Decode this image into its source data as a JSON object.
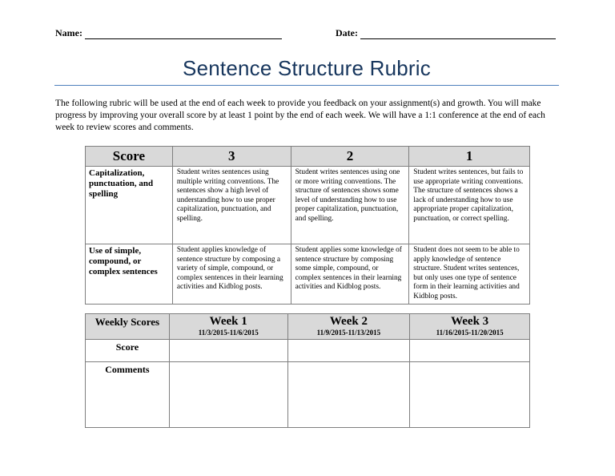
{
  "header": {
    "name_label": "Name:",
    "date_label": "Date:"
  },
  "title": "Sentence Structure Rubric",
  "intro": "The following rubric will be used at the end of each week to provide you feedback on your assignment(s) and growth. You will make progress by improving your overall score by at least 1 point by the end of each week. We will have a 1:1 conference at the end of each week to review scores and comments.",
  "rubric": {
    "headers": [
      "Score",
      "3",
      "2",
      "1"
    ],
    "rows": [
      {
        "criterion": "Capitalization, punctuation, and spelling",
        "cells": [
          "Student writes sentences using multiple writing conventions. The sentences show a high level of understanding how to use proper capitalization, punctuation, and spelling.",
          "Student writes sentences using one or more writing conventions. The structure of sentences shows some level of understanding how to use proper capitalization, punctuation, and spelling.",
          "Student writes sentences, but fails to use appropriate writing conventions. The structure of sentences shows a lack of understanding how to use appropriate proper capitalization, punctuation, or correct spelling."
        ]
      },
      {
        "criterion": "Use of simple, compound, or complex sentences",
        "cells": [
          "Student applies knowledge of sentence structure by composing a variety of simple, compound, or complex sentences in their learning activities and Kidblog posts.",
          "Student applies some knowledge of sentence structure by composing some simple, compound, or complex sentences in their learning activities and Kidblog posts.",
          "Student does not seem to be able to apply knowledge of sentence structure. Student writes sentences, but only uses one type of sentence form in their learning activities and Kidblog posts."
        ]
      }
    ]
  },
  "weekly": {
    "header": "Weekly Scores",
    "weeks": [
      {
        "label": "Week 1",
        "dates": "11/3/2015-11/6/2015"
      },
      {
        "label": "Week 2",
        "dates": "11/9/2015-11/13/2015"
      },
      {
        "label": "Week 3",
        "dates": "11/16/2015-11/20/2015"
      }
    ],
    "score_label": "Score",
    "comments_label": "Comments"
  }
}
